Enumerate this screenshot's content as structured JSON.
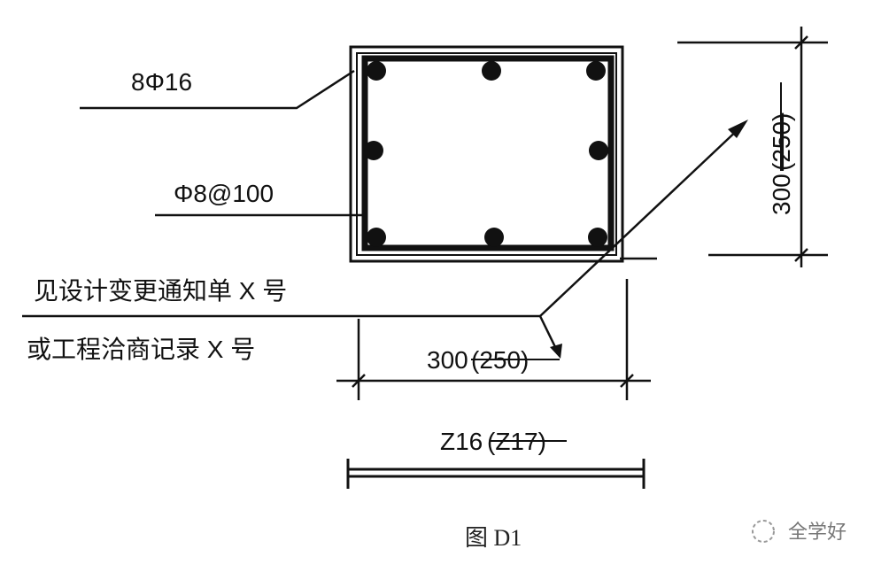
{
  "labels": {
    "longitudinal_rebar": "8Φ16",
    "stirrup": "Φ8@100",
    "note_line1": "见设计变更通知单 X 号",
    "note_line2": "或工程洽商记录 X 号",
    "height_dim_new": "300",
    "height_dim_old": "(250)",
    "width_dim_new": "300",
    "width_dim_old": "(250)",
    "column_new": "Z16",
    "column_old": "(Z17)",
    "caption": "图 D1"
  },
  "watermark": "全学好"
}
